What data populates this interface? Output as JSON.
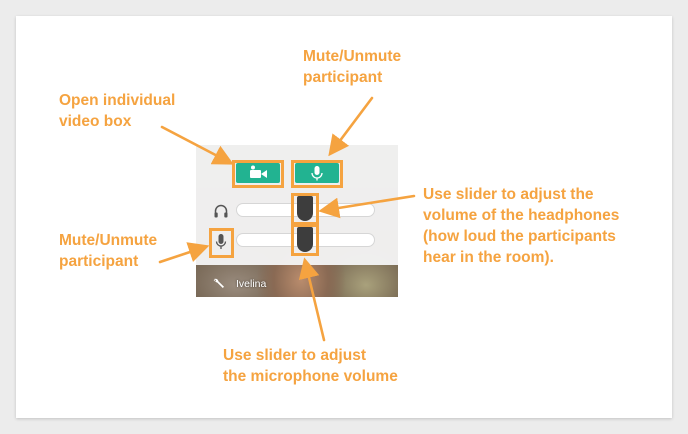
{
  "callouts": {
    "open_video_line1": "Open individual",
    "open_video_line2": "video box",
    "mute_top_line1": "Mute/Unmute",
    "mute_top_line2": "participant",
    "mute_left_line1": "Mute/Unmute",
    "mute_left_line2": "participant",
    "headphones_line1": "Use slider to adjust the",
    "headphones_line2": "volume of the headphones",
    "headphones_line3": "(how loud the participants",
    "headphones_line4": "hear in the room).",
    "mic_line1": "Use slider to adjust",
    "mic_line2": "the microphone volume"
  },
  "widget": {
    "participant_name": "Ivelina",
    "headphone_volume": 0.47,
    "mic_volume": 0.47
  },
  "icons": {
    "video_button": "video-camera-icon",
    "mute_button": "microphone-icon",
    "headphones": "headphones-icon",
    "mic": "microphone-icon",
    "settings": "wrench-icon"
  },
  "colors": {
    "accent": "#f5a340",
    "button": "#22b391",
    "knob": "#3d3d3d"
  }
}
